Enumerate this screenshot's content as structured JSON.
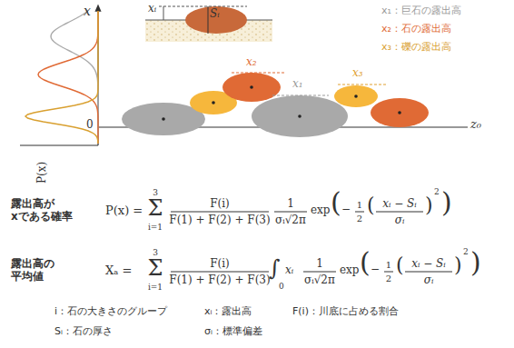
{
  "diagram": {
    "labels": [
      "x",
      "0",
      "z₀",
      "P(x)",
      "xᵢ",
      "Sᵢ",
      "x₁：巨石の露出高",
      "x₂：石の露出高",
      "x₃：礫の露出高",
      "x₂",
      "x₁",
      "x₃",
      "露出高が xである確率",
      "P(x) =",
      "3",
      "Σ",
      "i=1",
      "F(i)",
      "F(1) + F(2) + F(3)",
      "1",
      "σᵢ√2π",
      "exp",
      "(",
      "−",
      "1",
      "2",
      "(",
      "xᵢ − Sᵢ",
      "σᵢ",
      ")",
      "2",
      ")",
      "露出高の 平均値",
      "Xₐ =",
      "3",
      "Σ",
      "i=1",
      "F(i)",
      "F(1) + F(2) + F(3)",
      "∫",
      "0",
      "xᵢ",
      "1",
      "σᵢ√2π",
      "exp",
      "(",
      "−",
      "1",
      "2",
      "(",
      "xᵢ − Sᵢ",
      "σᵢ",
      ")",
      "2",
      ")",
      "i：石の大きさのグループ",
      "xᵢ：露出高",
      "F(i)：川底に占める割合",
      "Sᵢ：石の厚さ",
      "σᵢ：標準偏差"
    ]
  }
}
